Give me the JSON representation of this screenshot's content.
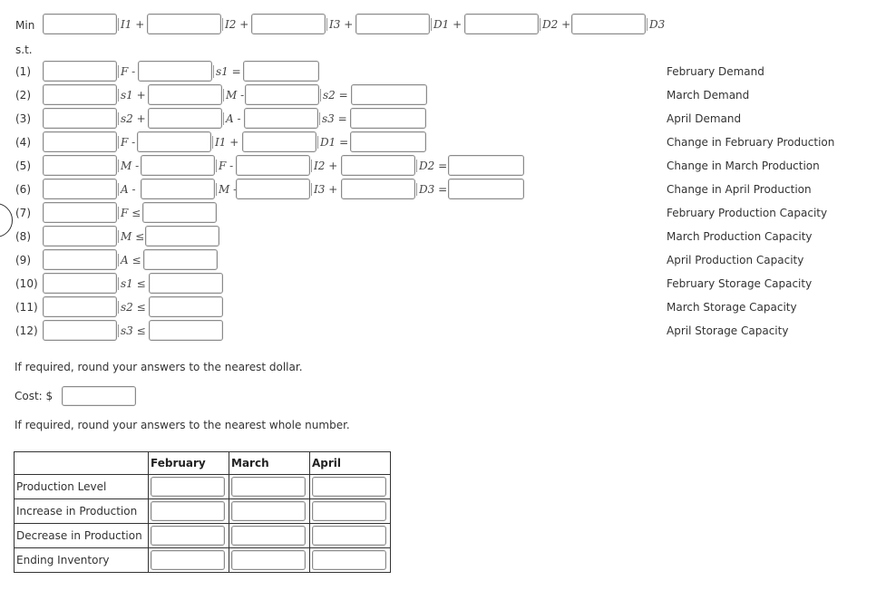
{
  "objective": {
    "min_label": "Min",
    "terms": [
      "I1 +",
      "I2 +",
      "I3 +",
      "D1 +",
      "D2 +",
      "D3"
    ]
  },
  "st_label": "s.t.",
  "constraints": [
    {
      "num": "(1)",
      "label": "February Demand"
    },
    {
      "num": "(2)",
      "label": "March Demand"
    },
    {
      "num": "(3)",
      "label": "April Demand"
    },
    {
      "num": "(4)",
      "label": "Change in February Production"
    },
    {
      "num": "(5)",
      "label": "Change in March Production"
    },
    {
      "num": "(6)",
      "label": "Change in April Production"
    },
    {
      "num": "(7)",
      "label": "February Production Capacity"
    },
    {
      "num": "(8)",
      "label": "March Production Capacity"
    },
    {
      "num": "(9)",
      "label": "April Production Capacity"
    },
    {
      "num": "(10)",
      "label": "February Storage Capacity"
    },
    {
      "num": "(11)",
      "label": "March Storage Capacity"
    },
    {
      "num": "(12)",
      "label": "April Storage Capacity"
    }
  ],
  "constraint_terms": {
    "r1": [
      "F -",
      "s1 ="
    ],
    "r2": [
      "s1 +",
      "M -",
      "s2 ="
    ],
    "r3": [
      "s2 +",
      "A -",
      "s3 ="
    ],
    "r4": [
      "F -",
      "I1 +",
      "D1 ="
    ],
    "r5": [
      "M -",
      "F -",
      "I2 +",
      "D2 ="
    ],
    "r6": [
      "A -",
      "M -",
      "I3 +",
      "D3 ="
    ],
    "r7": [
      "F ≤"
    ],
    "r8": [
      "M ≤"
    ],
    "r9": [
      "A ≤"
    ],
    "r10": [
      "s1 ≤"
    ],
    "r11": [
      "s2 ≤"
    ],
    "r12": [
      "s3 ≤"
    ]
  },
  "round_dollar_note": "If required, round your answers to the nearest dollar.",
  "cost_label": "Cost: $",
  "round_whole_note": "If required, round your answers to the nearest whole number.",
  "results_table": {
    "headers": [
      "",
      "February",
      "March",
      "April"
    ],
    "rows": [
      "Production Level",
      "Increase in Production",
      "Decrease in Production",
      "Ending Inventory"
    ]
  }
}
